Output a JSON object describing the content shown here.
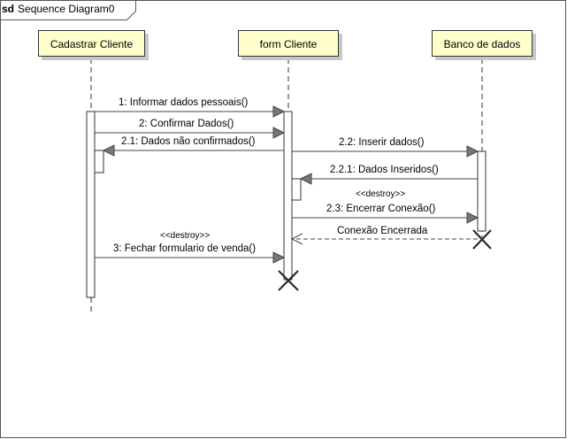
{
  "frame": {
    "keyword": "sd",
    "name": "Sequence Diagram0"
  },
  "lifelines": [
    {
      "id": "cadastrar",
      "label": "Cadastrar Cliente"
    },
    {
      "id": "form",
      "label": "form Cliente"
    },
    {
      "id": "banco",
      "label": "Banco de dados"
    }
  ],
  "messages": [
    {
      "id": "m1",
      "label": "1: Informar dados pessoais()",
      "kind": "sync"
    },
    {
      "id": "m2",
      "label": "2: Confirmar Dados()",
      "kind": "sync"
    },
    {
      "id": "m21",
      "label": "2.1: Dados não confirmados()",
      "kind": "sync"
    },
    {
      "id": "m22",
      "label": "2.2: Inserir dados()",
      "kind": "sync"
    },
    {
      "id": "m221",
      "label": "2.2.1: Dados Inseridos()",
      "kind": "sync"
    },
    {
      "id": "m23",
      "label": "2.3: Encerrar Conexão()",
      "kind": "sync",
      "stereotype": "<<destroy>>"
    },
    {
      "id": "mret",
      "label": "Conexão Encerrada",
      "kind": "return"
    },
    {
      "id": "m3",
      "label": "3: Fechar formulario de venda()",
      "kind": "sync",
      "stereotype": "<<destroy>>"
    }
  ]
}
